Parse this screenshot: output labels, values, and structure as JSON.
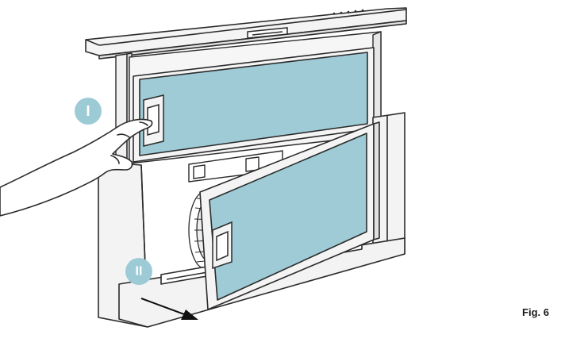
{
  "figure": {
    "caption": "Fig. 6",
    "step_markers": [
      {
        "label": "I"
      },
      {
        "label": "II"
      }
    ]
  },
  "colors": {
    "filter": "#9fcbd6",
    "marker": "#9ccbd6",
    "outline": "#2b2b2b",
    "panel": "#f3f3f3",
    "arrow": "#111111"
  }
}
